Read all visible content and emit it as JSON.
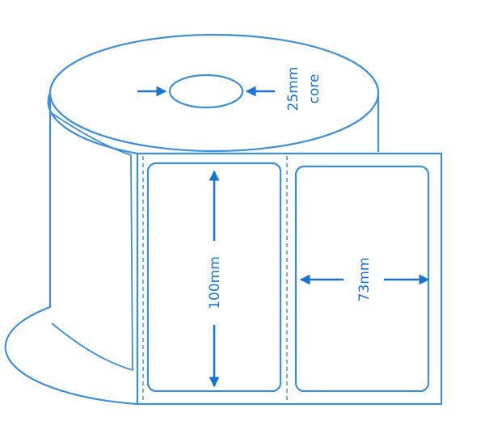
{
  "diagram": {
    "colors": {
      "stroke": "#3f8fd8",
      "arrow": "#1a73d1",
      "fill": "#ffffff",
      "text": "#1a73d1"
    },
    "labels": {
      "core_size": "25mm",
      "core_word": "core",
      "label_height": "100mm",
      "label_width": "73mm"
    }
  }
}
